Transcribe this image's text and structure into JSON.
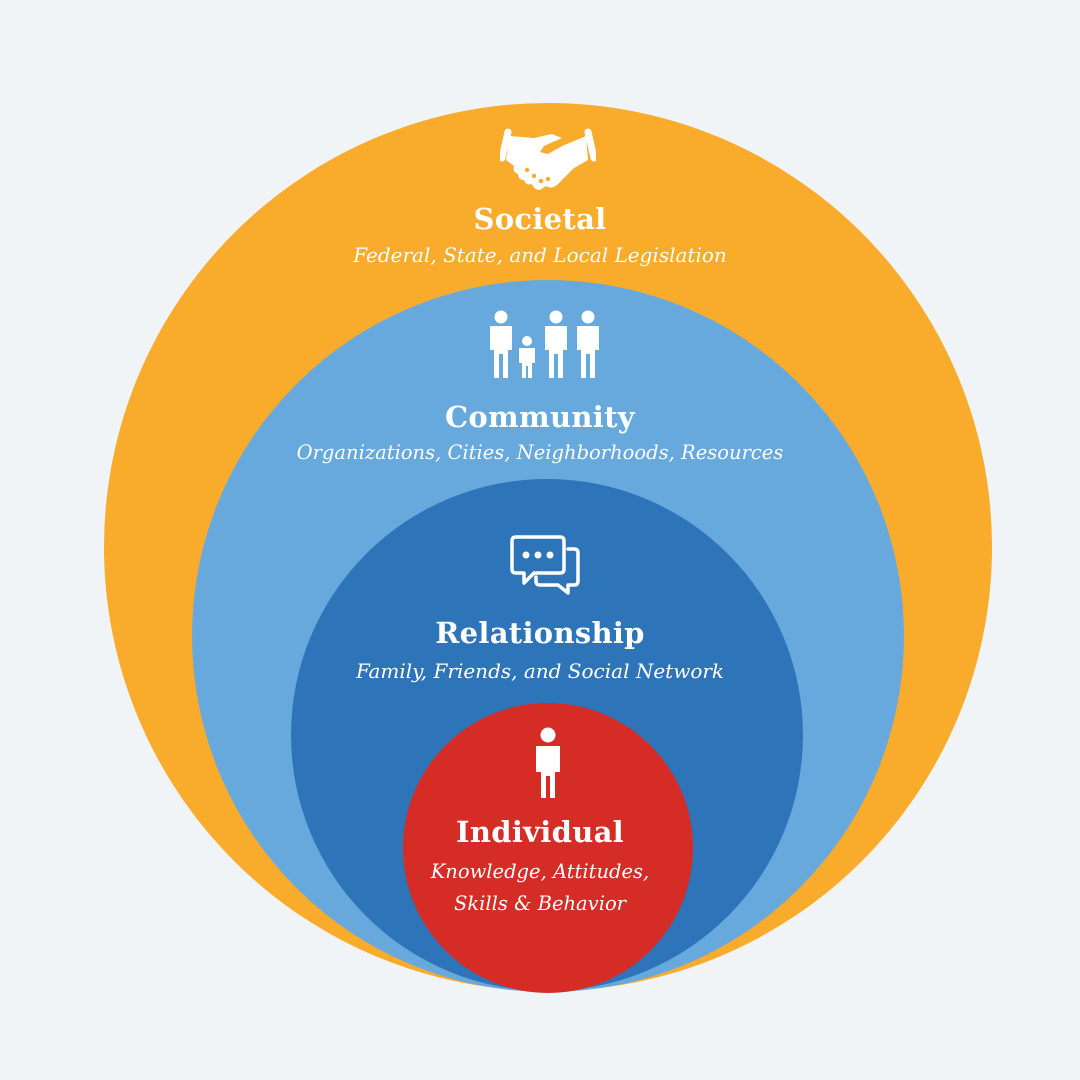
{
  "colors": {
    "background": "#f0f4f7",
    "societal": "#f9ab2b",
    "community": "#68a9dd",
    "relationship": "#2e74b9",
    "individual": "#d52c26",
    "text": "#ffffff"
  },
  "levels": {
    "societal": {
      "title": "Societal",
      "description": "Federal, State, and Local Legislation",
      "icon": "handshake-icon"
    },
    "community": {
      "title": "Community",
      "description": "Organizations, Cities, Neighborhoods, Resources",
      "icon": "family-icon"
    },
    "relationship": {
      "title": "Relationship",
      "description": "Family, Friends, and Social Network",
      "icon": "chat-bubbles-icon"
    },
    "individual": {
      "title": "Individual",
      "description_line1": "Knowledge, Attitudes,",
      "description_line2": "Skills & Behavior",
      "icon": "person-icon"
    }
  }
}
